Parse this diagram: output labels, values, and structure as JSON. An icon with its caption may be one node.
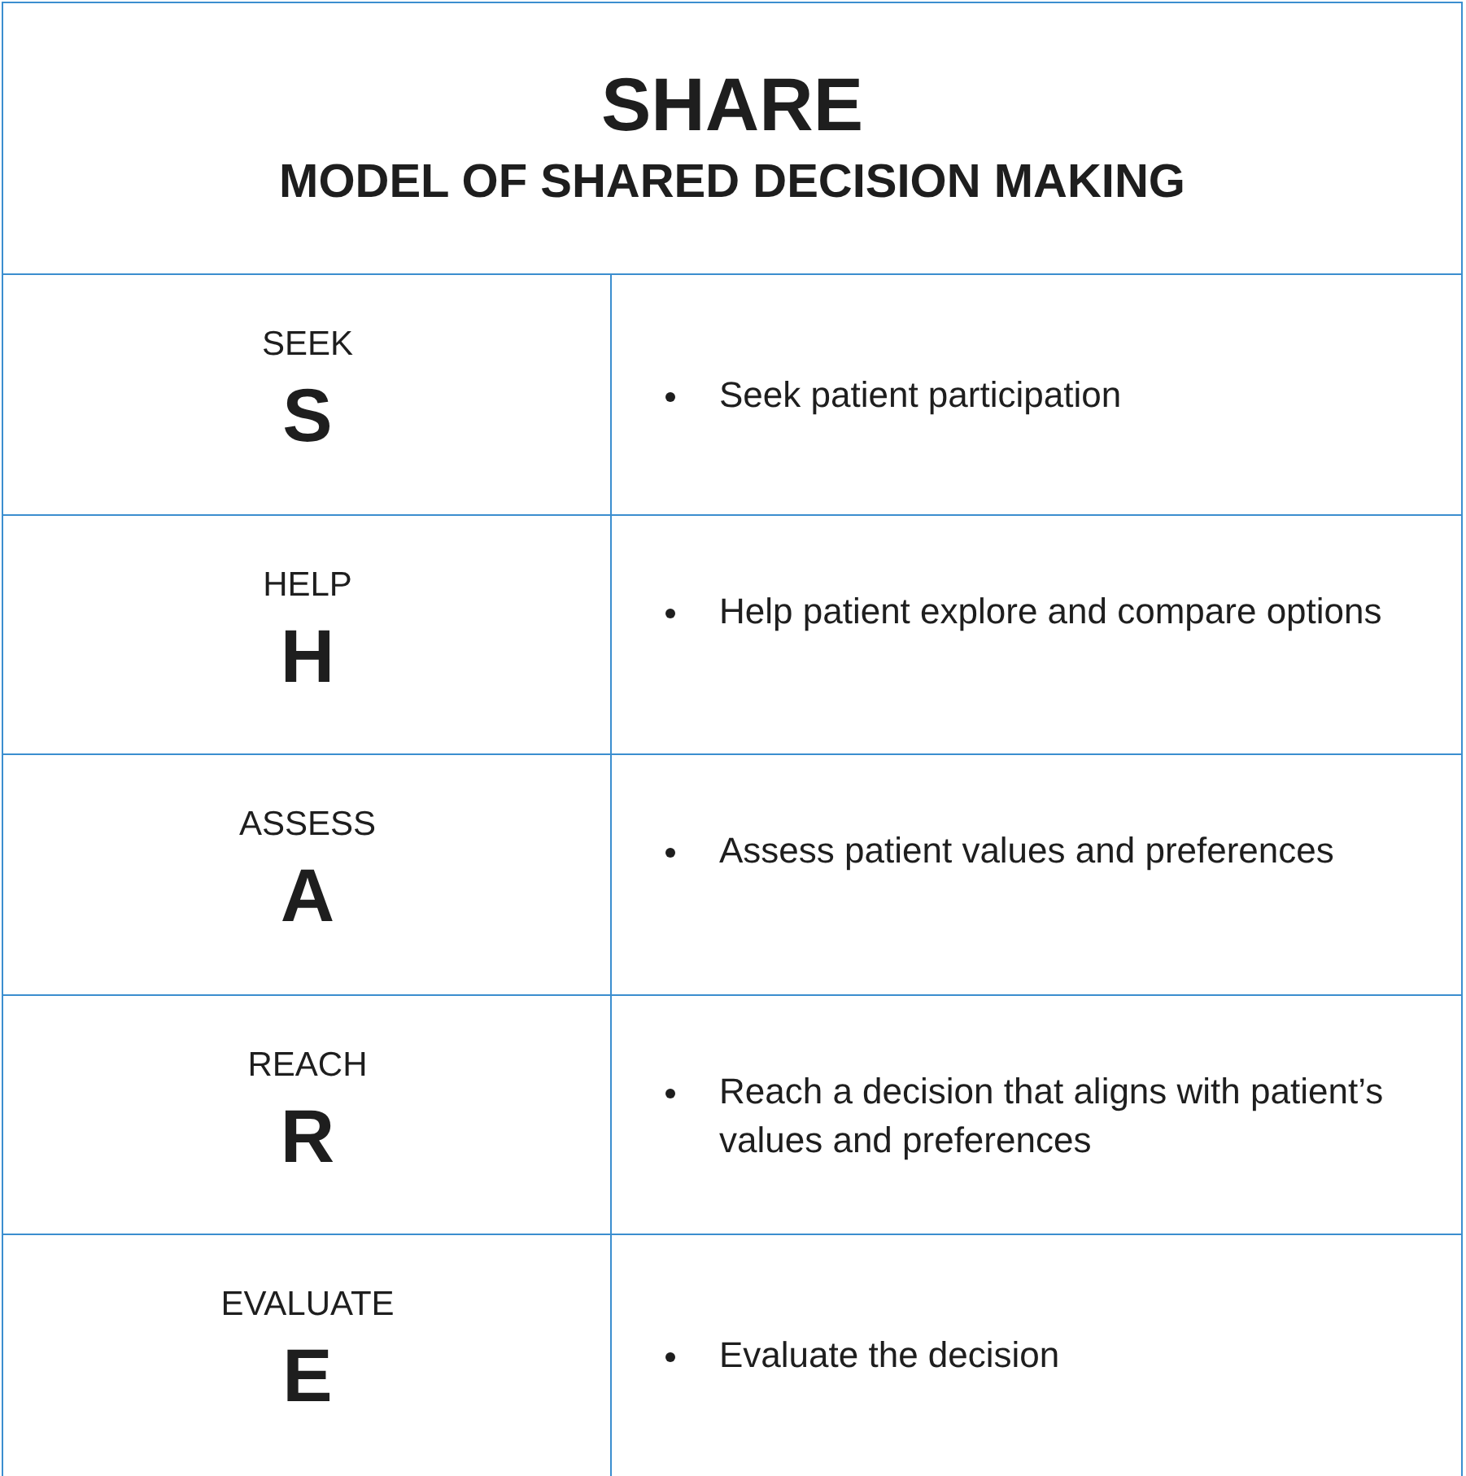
{
  "diagram": {
    "title": "SHARE",
    "nodes": [
      {
        "text": [
          "SEEK",
          "S"
        ]
      },
      {
        "text": [
          "Seek patient participation"
        ]
      },
      {
        "text": [
          "HELP",
          "H"
        ]
      },
      {
        "text": [
          "Help patient explore and compare options"
        ]
      },
      {
        "text": [
          "ASSESS",
          "A"
        ]
      },
      {
        "text": [
          "Assess patient values and preferences"
        ]
      },
      {
        "text": [
          "REACH",
          "R"
        ]
      },
      {
        "text": [
          "Reach a decision that aligns with patient’s values and preferences"
        ]
      },
      {
        "text": [
          "EVALUATE",
          "E"
        ]
      },
      {
        "text": [
          "Evaluate the decision"
        ]
      }
    ],
    "labels": [
      "MODEL OF SHARED DECISION MAKING"
    ]
  }
}
